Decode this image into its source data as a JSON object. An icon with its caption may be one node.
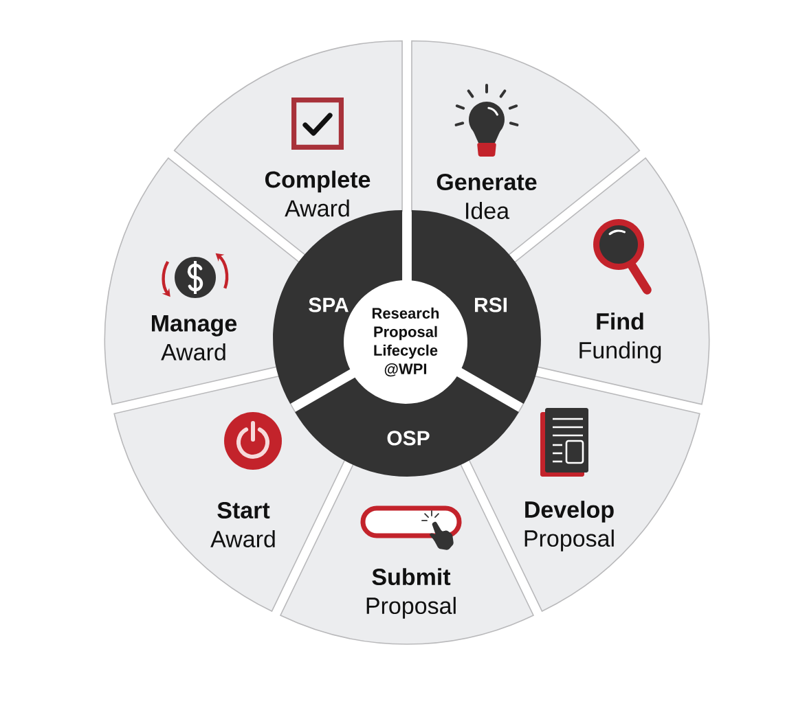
{
  "diagram": {
    "nodes": [
      {
        "text": [
          "Research Proposal Lifecycle @WPI"
        ]
      },
      {
        "text": [
          "RSI"
        ]
      },
      {
        "text": [
          "OSP"
        ]
      },
      {
        "text": [
          "SPA"
        ]
      },
      {
        "text": [
          "Generate",
          "Idea"
        ]
      },
      {
        "text": [
          "Find",
          "Funding"
        ]
      },
      {
        "text": [
          "Develop",
          "Proposal"
        ]
      },
      {
        "text": [
          "Submit",
          "Proposal"
        ]
      },
      {
        "text": [
          "Start",
          "Award"
        ]
      },
      {
        "text": [
          "Manage",
          "Award"
        ]
      },
      {
        "text": [
          "Complete",
          "Award"
        ]
      }
    ]
  }
}
